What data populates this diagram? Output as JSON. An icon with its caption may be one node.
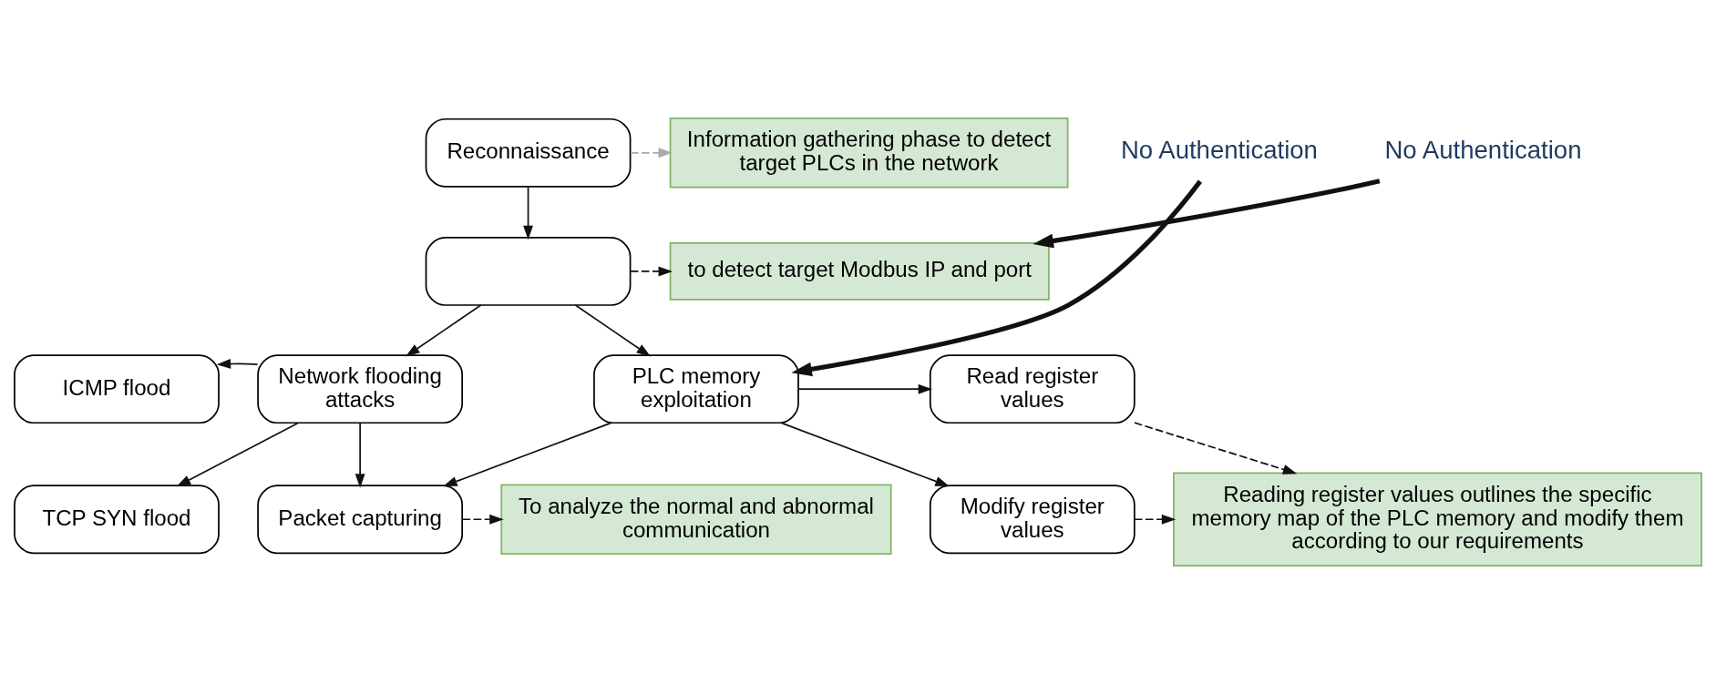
{
  "diagram": {
    "nodes": [
      {
        "text": [
          "Reconnaissance"
        ]
      },
      {
        "text": [
          "Information gathering phase to detect target PLCs in the network"
        ]
      },
      {
        "text": [],
        "shape": "box"
      },
      {
        "text": [
          "to detect target Modbus IP and port"
        ]
      },
      {
        "text": [
          "ICMP flood"
        ]
      },
      {
        "text": [
          "TCP SYN flood"
        ]
      },
      {
        "text": [
          "Network flooding attacks"
        ]
      },
      {
        "text": [
          "PLC memory exploitation"
        ]
      },
      {
        "text": [
          "Read register values"
        ]
      },
      {
        "text": [
          "Modify register values"
        ]
      },
      {
        "text": [
          "Reading register values outlines the specific memory map of the PLC memory and modify them according to our requirements"
        ]
      },
      {
        "text": [
          "Packet capturing"
        ]
      },
      {
        "text": [
          "To analyze the normal and abnormal communication"
        ]
      },
      {
        "text": [
          "No Authentication"
        ]
      },
      {
        "text": [
          "No Authentication"
        ]
      }
    ],
    "edges": [
      {
        "from": 0,
        "to": 1,
        "arrow": "to",
        "style": "dashed",
        "color": "#aaaaaa"
      },
      {
        "from": 0,
        "to": 2,
        "arrow": "to"
      },
      {
        "from": 2,
        "to": 3,
        "arrow": "to",
        "style": "dashed"
      },
      {
        "from": 2,
        "to": 6,
        "arrow": "to"
      },
      {
        "from": 2,
        "to": 7,
        "arrow": "to"
      },
      {
        "from": 6,
        "to": 4,
        "arrow": "to"
      },
      {
        "from": 6,
        "to": 5,
        "arrow": "to"
      },
      {
        "from": 7,
        "to": 8,
        "arrow": "to"
      },
      {
        "from": 7,
        "to": 9,
        "arrow": "to"
      },
      {
        "from": 8,
        "to": 10,
        "arrow": "to",
        "style": "dashed"
      },
      {
        "from": 9,
        "to": 10,
        "arrow": "to",
        "style": "dashed"
      },
      {
        "from": 6,
        "to": 11,
        "arrow": "to"
      },
      {
        "from": 7,
        "to": 11,
        "arrow": "to"
      },
      {
        "from": 11,
        "to": 12,
        "arrow": "to",
        "style": "dashed"
      },
      {
        "from": 13,
        "to": 3,
        "arrow": "to",
        "style": "thick"
      },
      {
        "from": 14,
        "to": 7,
        "arrow": "to",
        "style": "thick"
      }
    ]
  }
}
